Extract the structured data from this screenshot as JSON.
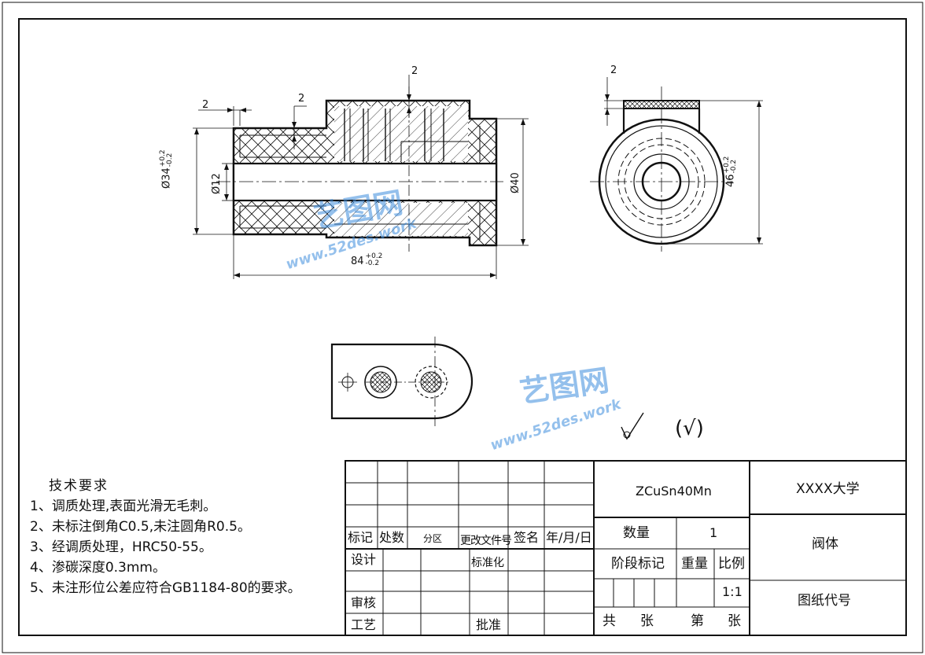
{
  "dims": {
    "left_top_small": "2",
    "left_step": "2",
    "left_top": "2",
    "dia_outer": "Ø34",
    "dia_outer_tol_upper": "+0.2",
    "dia_outer_tol_lower": "-0.2",
    "dia_bore": "Ø12",
    "dia_40": "Ø40",
    "length": "84",
    "length_tol_upper": "+0.2",
    "length_tol_lower": "-0.2",
    "side_top": "2",
    "side_height": "46",
    "side_tol_upper": "+0.2",
    "side_tol_lower": "-0.2"
  },
  "roughness": {
    "symbol": "✓",
    "paren": "(√)"
  },
  "tech_req": {
    "title": "技术要求",
    "items": [
      "1、调质处理,表面光滑无毛刺。",
      "2、未标注倒角C0.5,未注圆角R0.5。",
      "3、经调质处理，HRC50-55。",
      "4、渗碳深度0.3mm。",
      "5、未注形位公差应符合GB1184-80的要求。"
    ]
  },
  "title_block": {
    "material": "ZCuSn40Mn",
    "school": "XXXX大学",
    "part_name": "阀体",
    "drawing_code_label": "图纸代号",
    "qty_label": "数量",
    "qty_value": "1",
    "stage_label": "阶段标记",
    "weight_label": "重量",
    "scale_label": "比例",
    "scale_value": "1:1",
    "total_label": "共",
    "sheets_label": "张",
    "sheet_no_label": "第",
    "sheet_no_sheets": "张",
    "rev_mark": "标记",
    "rev_count": "处数",
    "rev_zone": "分区",
    "rev_doc": "更改文件号",
    "rev_sign": "签名",
    "rev_date": "年/月/日",
    "design": "设计",
    "standard": "标准化",
    "check": "审核",
    "process": "工艺",
    "approve": "批准"
  },
  "watermark": {
    "brand": "艺图网",
    "url": "www.52des.work"
  }
}
